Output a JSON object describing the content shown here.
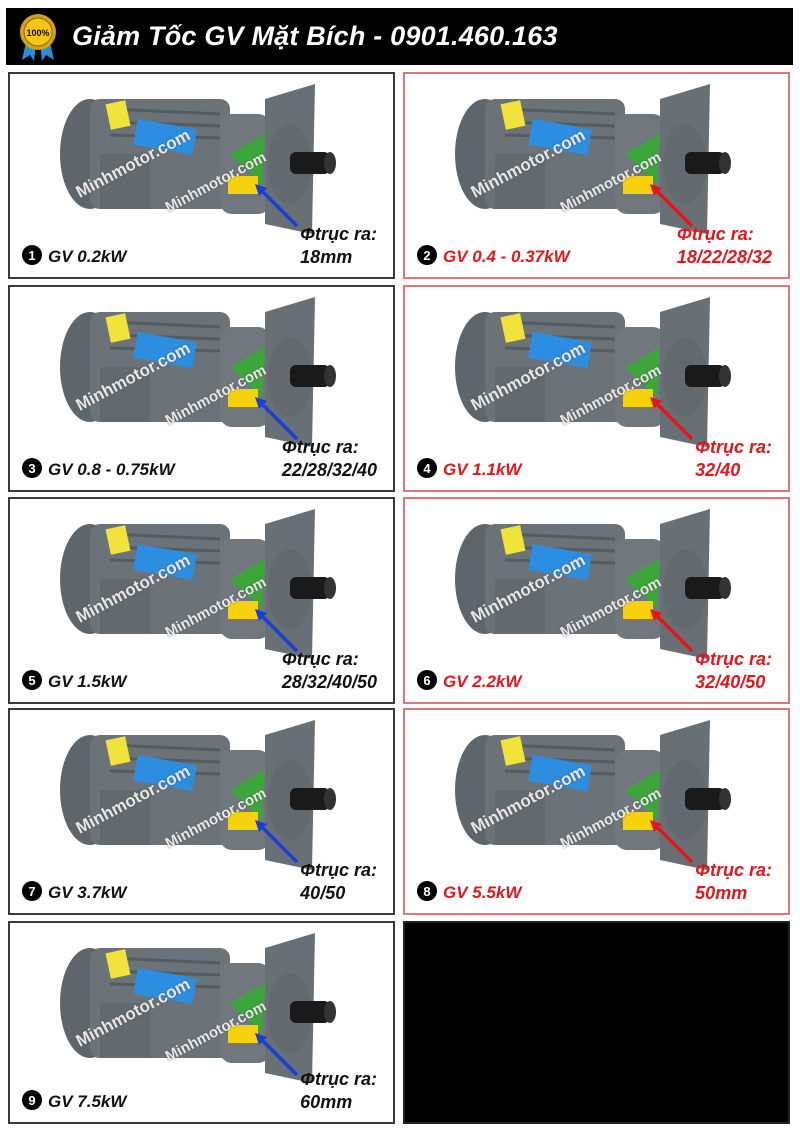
{
  "header": {
    "title": "Giảm Tốc GV Mặt Bích - 0901.460.163",
    "badge_text": "100%",
    "badge_icon": "quality-medal-icon"
  },
  "watermark": "Minhmotor.com",
  "products": [
    {
      "num": "1",
      "model": "GV 0.2kW",
      "shaft_label": "Φtrục ra:",
      "shaft_size": "18mm",
      "accent": "black",
      "arrow_color": "#1a3fd6"
    },
    {
      "num": "2",
      "model": "GV 0.4 - 0.37kW",
      "shaft_label": "Φtrục ra:",
      "shaft_size": "18/22/28/32",
      "accent": "red",
      "arrow_color": "#e3161b"
    },
    {
      "num": "3",
      "model": "GV 0.8 - 0.75kW",
      "shaft_label": "Φtrục ra:",
      "shaft_size": "22/28/32/40",
      "accent": "black",
      "arrow_color": "#1a3fd6"
    },
    {
      "num": "4",
      "model": "GV 1.1kW",
      "shaft_label": "Φtrục ra:",
      "shaft_size": "32/40",
      "accent": "red",
      "arrow_color": "#e3161b"
    },
    {
      "num": "5",
      "model": "GV 1.5kW",
      "shaft_label": "Φtrục ra:",
      "shaft_size": "28/32/40/50",
      "accent": "black",
      "arrow_color": "#1a3fd6"
    },
    {
      "num": "6",
      "model": "GV 2.2kW",
      "shaft_label": "Φtrục ra:",
      "shaft_size": "32/40/50",
      "accent": "red",
      "arrow_color": "#e3161b"
    },
    {
      "num": "7",
      "model": "GV 3.7kW",
      "shaft_label": "Φtrục ra:",
      "shaft_size": "40/50",
      "accent": "black",
      "arrow_color": "#1a3fd6"
    },
    {
      "num": "8",
      "model": "GV 5.5kW",
      "shaft_label": "Φtrục ra:",
      "shaft_size": "50mm",
      "accent": "red",
      "arrow_color": "#e3161b"
    },
    {
      "num": "9",
      "model": "GV 7.5kW",
      "shaft_label": "Φtrục ra:",
      "shaft_size": "60mm",
      "accent": "black",
      "arrow_color": "#1a3fd6"
    }
  ],
  "colors": {
    "red": "#e3161b",
    "blue_arrow": "#1a3fd6",
    "motor_gray": "#6b7378",
    "header_bg": "#000000"
  }
}
